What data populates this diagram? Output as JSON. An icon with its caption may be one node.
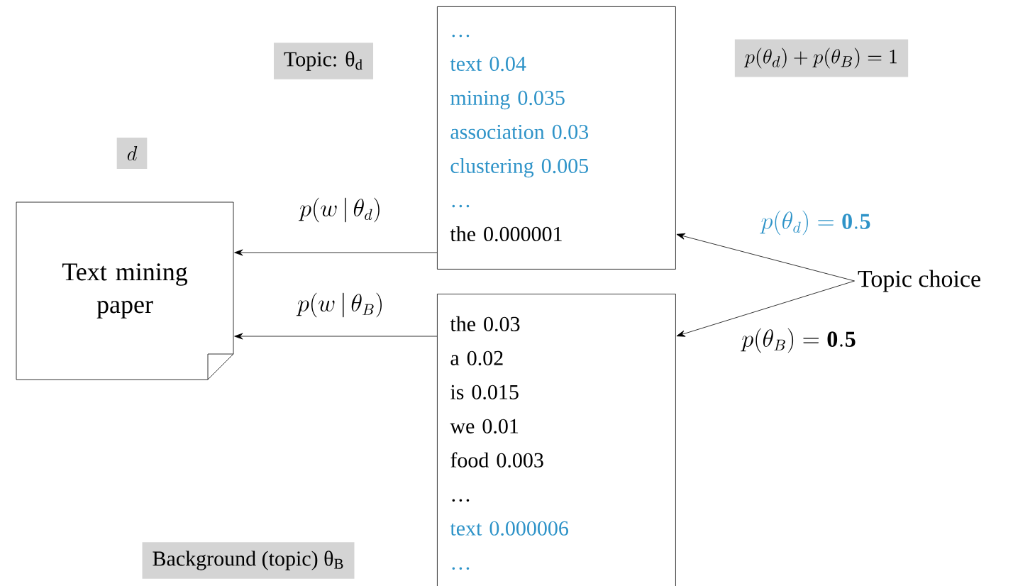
{
  "diagram": {
    "nodes": [
      {
        "text": [
          "d"
        ]
      },
      {
        "text": [
          "Text mining paper"
        ]
      },
      {
        "text": [
          "Topic: θ$_{d}$"
        ]
      },
      {
        "text": [
          "…",
          "text 0.04",
          "mining 0.035",
          "association 0.03",
          "clustering 0.005",
          "…",
          "the 0.000001"
        ]
      },
      {
        "text": [
          "p(\\theta_d) + p(\\theta_B) = 1"
        ]
      },
      {
        "text": [
          "the 0.03",
          "a 0.02",
          "is 0.015",
          "we 0.01",
          "food 0.003",
          "…",
          "text 0.000006",
          "…"
        ]
      },
      {
        "text": [
          "Background (topic) θ$_{B}$"
        ]
      },
      {
        "text": [
          "Topic choice"
        ]
      }
    ],
    "edges": [
      {
        "from": 3,
        "to": 1,
        "arrow": "to",
        "label": "p(w\\,|\\,\\theta_d)"
      },
      {
        "from": 5,
        "to": 1,
        "arrow": "to",
        "label": "p(w\\,|\\,\\theta_B)"
      },
      {
        "from": 7,
        "to": 3,
        "arrow": "to",
        "label": "p(\\theta_d) = \\mathbf{0.5}"
      },
      {
        "from": 7,
        "to": 5,
        "arrow": "to",
        "label": "p(\\theta_B) = \\mathbf{0.5}"
      }
    ]
  }
}
